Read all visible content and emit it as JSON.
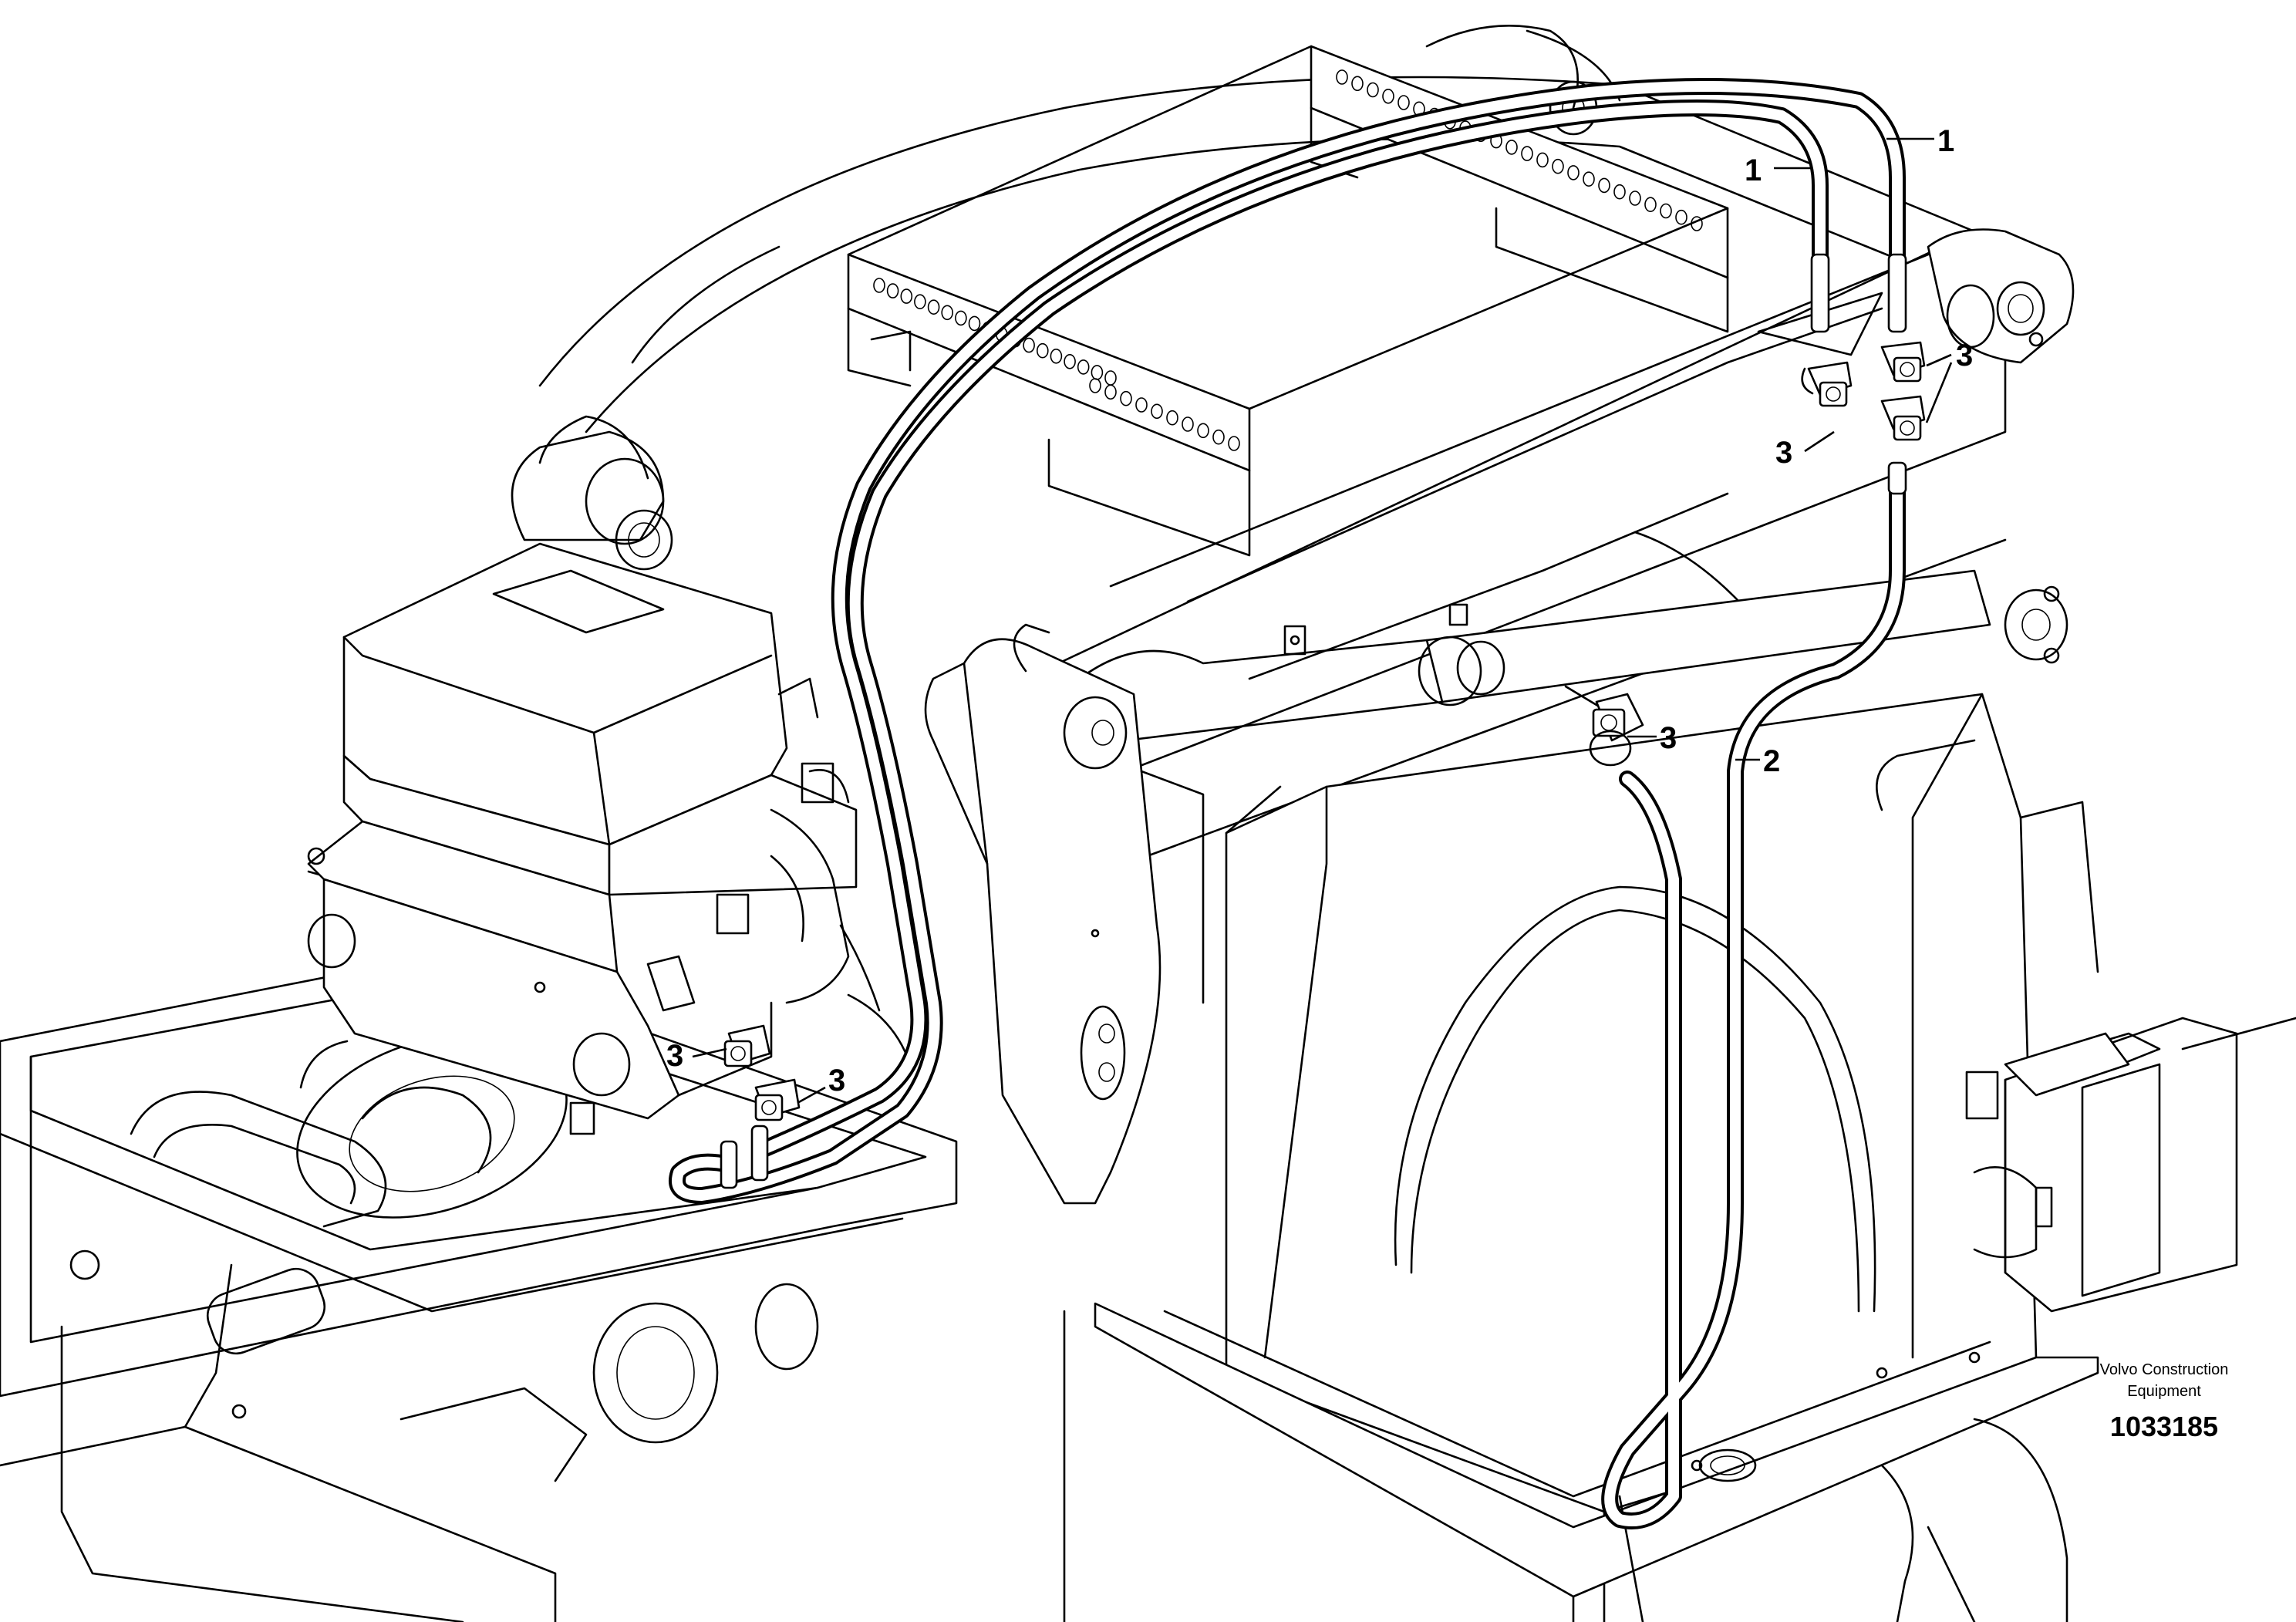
{
  "callouts": {
    "hose_1a": "1",
    "hose_1b": "1",
    "hose_2": "2",
    "clamp_top_right": "3",
    "clamp_top_left": "3",
    "clamp_mid": "3",
    "clamp_low_a": "3",
    "clamp_low_b": "3"
  },
  "brand": {
    "line1": "Volvo Construction",
    "line2": "Equipment"
  },
  "part_number": "1033185"
}
